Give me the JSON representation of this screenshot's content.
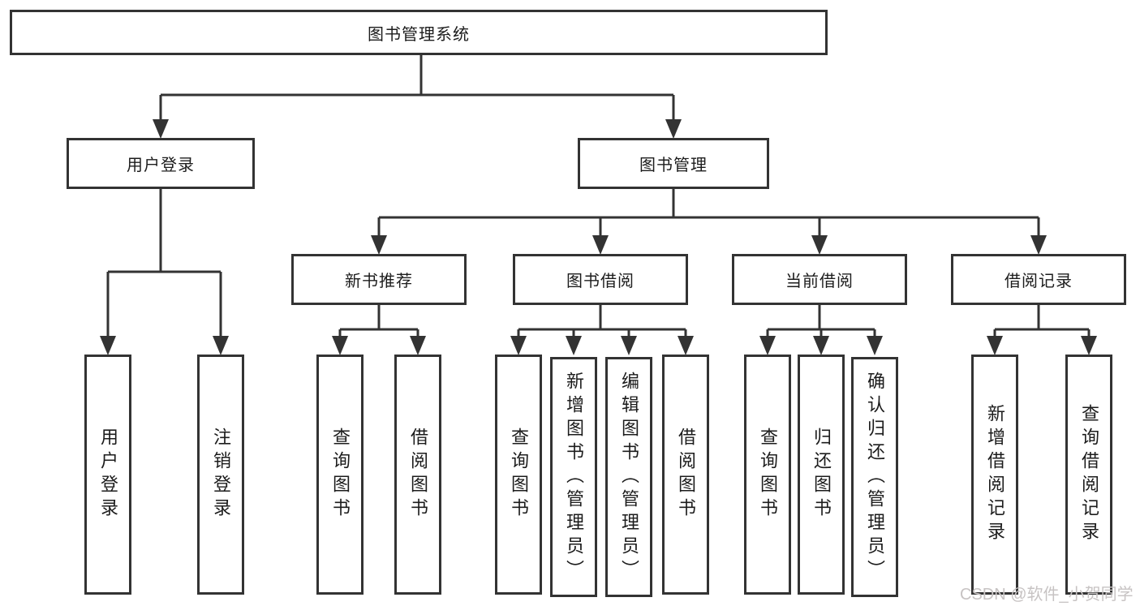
{
  "diagram_title": "图书管理系统",
  "tree": {
    "root": {
      "label": "图书管理系统",
      "children": [
        {
          "label": "用户登录",
          "children": [
            {
              "label": "用户登录"
            },
            {
              "label": "注销登录"
            }
          ]
        },
        {
          "label": "图书管理",
          "children": [
            {
              "label": "新书推荐",
              "children": [
                {
                  "label": "查询图书"
                },
                {
                  "label": "借阅图书"
                }
              ]
            },
            {
              "label": "图书借阅",
              "children": [
                {
                  "label": "查询图书"
                },
                {
                  "label": "新增图书（管理员）"
                },
                {
                  "label": "编辑图书（管理员）"
                },
                {
                  "label": "借阅图书"
                }
              ]
            },
            {
              "label": "当前借阅",
              "children": [
                {
                  "label": "查询图书"
                },
                {
                  "label": "归还图书"
                },
                {
                  "label": "确认归还（管理员）"
                }
              ]
            },
            {
              "label": "借阅记录",
              "children": [
                {
                  "label": "新增借阅记录"
                },
                {
                  "label": "查询借阅记录"
                }
              ]
            }
          ]
        }
      ]
    }
  },
  "watermark": {
    "text": "CSDN @软件_小贺同学"
  },
  "colors": {
    "line": "#333333",
    "box_border": "#333333",
    "text": "#1c1c1c",
    "watermark": "#c7c3c3",
    "background": "#ffffff"
  }
}
